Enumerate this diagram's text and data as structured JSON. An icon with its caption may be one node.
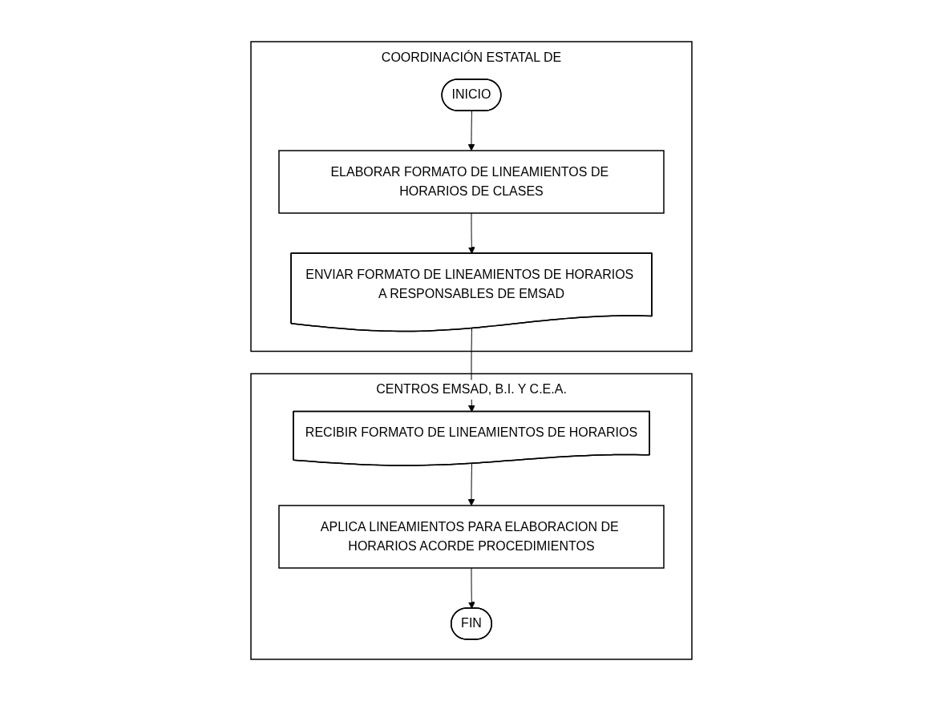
{
  "diagram": {
    "nodes": [
      {
        "text": [
          "COORDINACIÓN ESTATAL DE"
        ]
      },
      {
        "text": [
          "INICIO"
        ],
        "in": 0
      },
      {
        "text": [
          "ELABORAR FORMATO DE LINEAMIENTOS DE HORARIOS DE CLASES"
        ],
        "in": 0
      },
      {
        "text": [
          "ENVIAR FORMATO DE LINEAMIENTOS DE HORARIOS A RESPONSABLES DE EMSAD"
        ],
        "in": 0
      },
      {
        "text": [
          "CENTROS EMSAD, B.I. Y C.E.A."
        ]
      },
      {
        "text": [
          "RECIBIR FORMATO DE LINEAMIENTOS DE HORARIOS"
        ],
        "in": 4
      },
      {
        "text": [
          "APLICA LINEAMIENTOS PARA ELABORACION DE HORARIOS ACORDE PROCEDIMIENTOS"
        ],
        "in": 4
      },
      {
        "text": [
          "FIN"
        ],
        "in": 4
      }
    ],
    "edges": [
      {
        "from": 1,
        "to": 2,
        "arrow": "to"
      },
      {
        "from": 2,
        "to": 3,
        "arrow": "to"
      },
      {
        "from": 3,
        "to": 5,
        "arrow": "to"
      },
      {
        "from": 5,
        "to": 6,
        "arrow": "to"
      },
      {
        "from": 6,
        "to": 7,
        "arrow": "to"
      }
    ]
  }
}
